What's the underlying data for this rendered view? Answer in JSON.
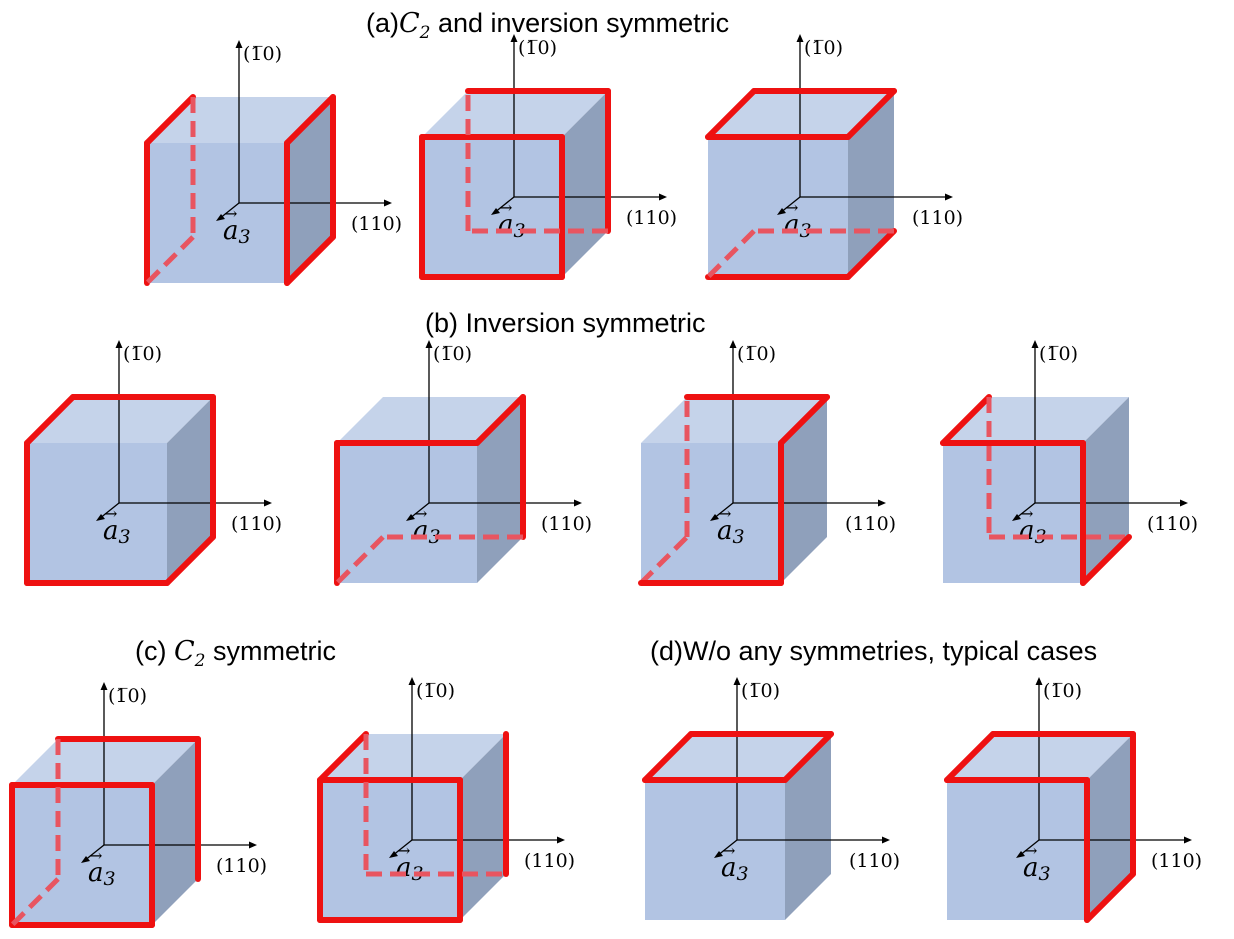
{
  "panels": [
    {
      "id": "a",
      "title_pre": "(a)",
      "title_math": "C",
      "title_sub": "2",
      "title_post": " and inversion symmetric"
    },
    {
      "id": "b",
      "title_pre": "(b) ",
      "title_math": "",
      "title_sub": "",
      "title_post": "Inversion symmetric"
    },
    {
      "id": "c",
      "title_pre": "(c) ",
      "title_math": "C",
      "title_sub": "2",
      "title_post": " symmetric"
    },
    {
      "id": "d",
      "title_pre": "(d)",
      "title_math": "",
      "title_sub": "",
      "title_post": "W/o any symmetries, typical cases"
    }
  ],
  "axis_labels": {
    "vertical": "(1̅0)",
    "vertical_pre": "(1",
    "vertical_bar": "1",
    "vertical_post": "0)",
    "horizontal": "(110)",
    "vector": "a",
    "vector_sub": "3",
    "vector_arrow": "→"
  },
  "cubes": [
    {
      "panel": "a",
      "highlight": [
        "left-face-solid",
        "right-back-edge"
      ]
    },
    {
      "panel": "a",
      "highlight": [
        "front-face",
        "back-face-dashed"
      ]
    },
    {
      "panel": "a",
      "highlight": [
        "top-face",
        "bottom-face-dashed"
      ]
    },
    {
      "panel": "b",
      "highlight": [
        "front-face",
        "top-left-edge"
      ]
    },
    {
      "panel": "b",
      "highlight": [
        "front-left-top",
        "bottom-dashed"
      ]
    },
    {
      "panel": "b",
      "highlight": [
        "zigzag-right"
      ]
    },
    {
      "panel": "b",
      "highlight": [
        "zigzag-left"
      ]
    },
    {
      "panel": "c",
      "highlight": [
        "front-face",
        "back-left-dashed"
      ]
    },
    {
      "panel": "c",
      "highlight": [
        "front-face",
        "back-bottom-dashed"
      ]
    },
    {
      "panel": "d",
      "highlight": [
        "top-face"
      ]
    },
    {
      "panel": "d",
      "highlight": [
        "top-face",
        "front-right-edge"
      ]
    }
  ],
  "colors": {
    "front": "#b2c4e3",
    "top": "#c5d3ea",
    "side": "#8fa0bb",
    "edge": "#ee1111",
    "edge_dashed": "#e85560"
  }
}
